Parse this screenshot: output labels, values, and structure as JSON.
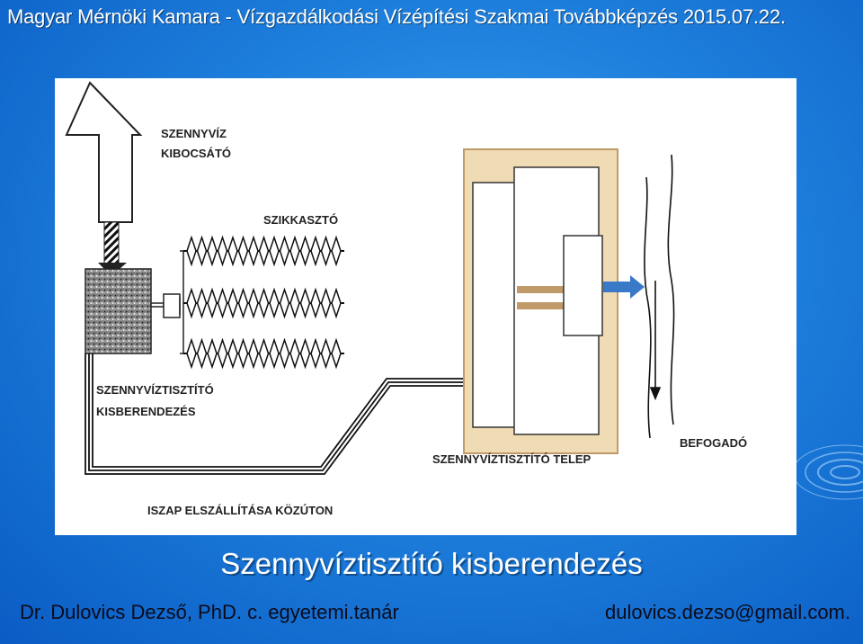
{
  "header": {
    "title": "Magyar Mérnöki Kamara - Vízgazdálkodási Vízépítési Szakmai Továbbképzés 2015.07.22."
  },
  "diagram": {
    "labels": {
      "outlet_line1": "SZENNYVÍZ",
      "outlet_line2": "KIBOCSÁTÓ",
      "drain": "SZIKKASZTÓ",
      "unit_line1": "SZENNYVÍZTISZTÍTÓ",
      "unit_line2": "KISBERENDEZÉS",
      "sludge": "ISZAP ELSZÁLLÍTÁSA  KÖZÚTON",
      "plant": "SZENNYVÍZTISZTÍTÓ TELEP",
      "receiver": "BEFOGADÓ"
    },
    "colors": {
      "plant_fill": "#f0dcb4",
      "plant_border": "#c09a68",
      "arrow": "#3a78c8"
    }
  },
  "slide": {
    "title": "Szennyvíztisztító kisberendezés"
  },
  "footer": {
    "author": "Dr. Dulovics Dezső, PhD. c. egyetemi.tanár",
    "email": "dulovics.dezso@gmail.com."
  }
}
